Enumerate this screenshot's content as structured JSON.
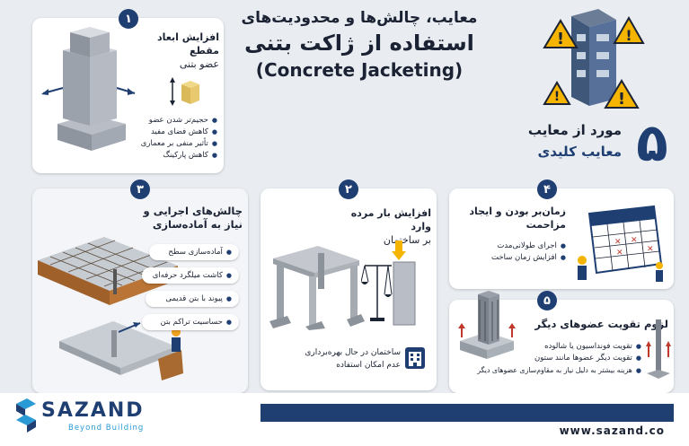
{
  "header": {
    "title_line1": "معایب، چالش‌ها و محدودیت‌های",
    "title_line2": "استفاده از ژاکت بتنی",
    "title_line3": "(Concrete Jacketing)"
  },
  "summary": {
    "number": "۵",
    "line1": "مورد از معایب",
    "line2": "معایب کلیدی"
  },
  "card1": {
    "badge": "۱",
    "title_line1": "افزایش ابعاد مقطع",
    "title_line2": "عضو بتنی",
    "items": [
      "حجیم‌تر شدن عضو",
      "کاهش فضای مفید",
      "تأثیر منفی بر معماری",
      "کاهش پارکینگ"
    ]
  },
  "card2": {
    "badge": "۲",
    "title_line1": "افزایش بار مرده وارد",
    "title_line2": "بر ساختمان",
    "note_line1": "ساختمان در حال بهره‌برداری",
    "note_line2": "عدم امکان استفاده"
  },
  "card3": {
    "badge": "۳",
    "title_line1": "چالش‌های اجرایی و",
    "title_line2": "نیاز به آماده‌سازی",
    "items": [
      "آماده‌سازی سطح",
      "کاشت میلگرد حرفه‌ای",
      "پیوند با بتن قدیمی",
      "حساسیت تراکم بتن"
    ]
  },
  "card4": {
    "badge": "۴",
    "title_line1": "زمان‌بر بودن و ایجاد",
    "title_line2": "مزاحمت",
    "items": [
      "اجرای طولانی‌مدت",
      "افزایش زمان ساخت"
    ]
  },
  "card5": {
    "badge": "۵",
    "title": "لزوم تقویت عضوهای دیگر",
    "items": [
      "تقویت فونداسیون یا شالوده",
      "تقویت دیگر عضوها مانند ستون",
      "هزینه بیشتر به دلیل نیاز به مقاوم‌سازی عضوهای دیگر"
    ]
  },
  "footer": {
    "brand": "SAZAND",
    "tagline": "Beyond Building",
    "url": "www.sazand.co"
  },
  "colors": {
    "navy": "#1f3f73",
    "background": "#e9edf1",
    "card": "#ffffff",
    "warning": "#f4b400"
  },
  "icons": [
    "column-jacket-icon",
    "building-warning-icon",
    "scale-icon",
    "calendar-icon",
    "formwork-icon",
    "building-icon"
  ]
}
